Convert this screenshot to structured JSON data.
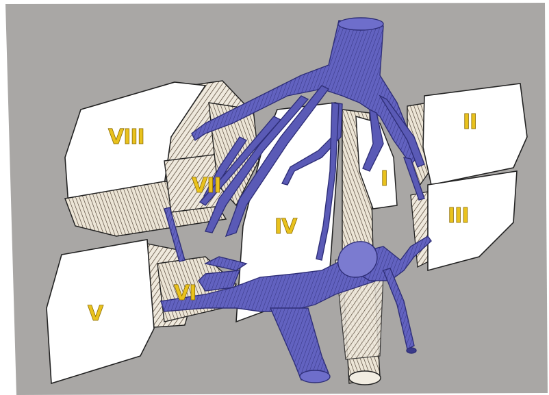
{
  "segments": {
    "s1": "I",
    "s2": "II",
    "s3": "III",
    "s4": "IV",
    "s5": "V",
    "s6": "VI",
    "s7": "VII",
    "s8": "VIII"
  },
  "colors": {
    "background": "#a8a6a4",
    "lobe": "#ffffff",
    "vein": "#5b5bb8",
    "vein_dark": "#3a3a8a",
    "label": "#e9c21d"
  }
}
